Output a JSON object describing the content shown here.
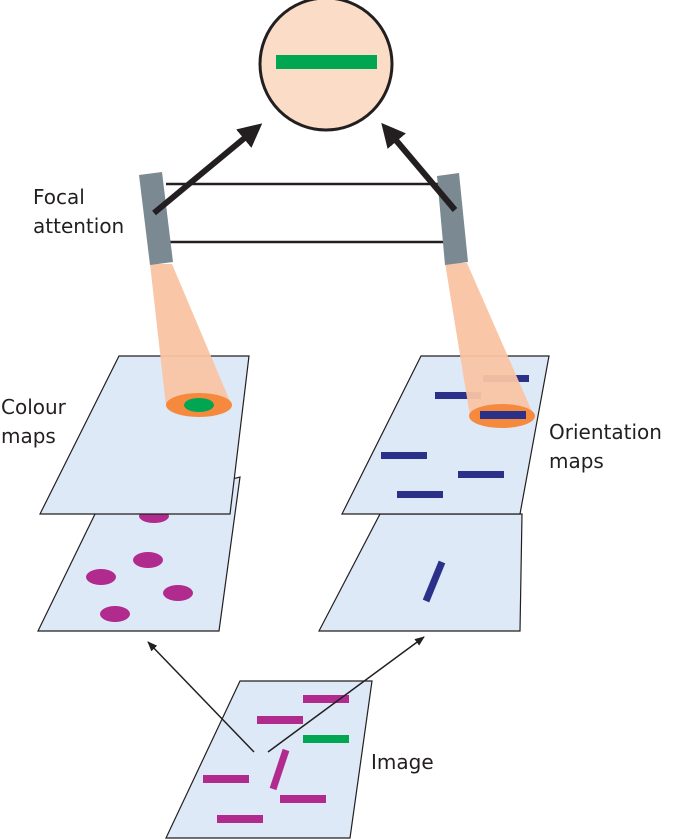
{
  "labels": {
    "focal_line1": "Focal",
    "focal_line2": "attention",
    "colour_line1": "Colour",
    "colour_line2": "maps",
    "orientation_line1": "Orientation",
    "orientation_line2": "maps",
    "image": "Image"
  },
  "colors": {
    "map_fill": "#dde9f7",
    "map_stroke": "#231f20",
    "magenta": "#b12a8e",
    "navy": "#2b3189",
    "green": "#00a651",
    "orange": "#f58a3e",
    "beam": "#f9c4a3",
    "circle_fill": "#fbdcc7",
    "gate": "#7b8a92"
  }
}
